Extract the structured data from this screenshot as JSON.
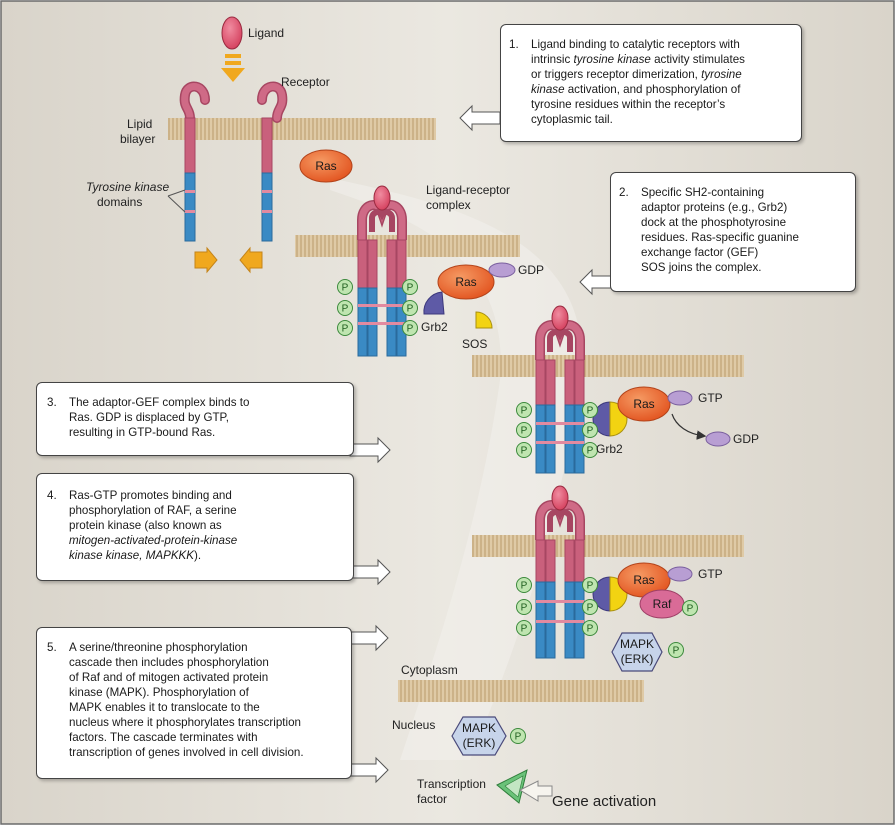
{
  "labels": {
    "ligand": "Ligand",
    "receptor": "Receptor",
    "lipid_bilayer": [
      "Lipid",
      "bilayer"
    ],
    "tk_domains": [
      "Tyrosine kinase",
      "domains"
    ],
    "ligand_receptor_complex": [
      "Ligand-receptor",
      "complex"
    ],
    "ras": "Ras",
    "gdp": "GDP",
    "gtp": "GTP",
    "grb2": "Grb2",
    "sos": "SOS",
    "raf": "Raf",
    "p": "P",
    "mapk": [
      "MAPK",
      "(ERK)"
    ],
    "cytoplasm": "Cytoplasm",
    "nucleus": "Nucleus",
    "transcription_factor": [
      "Transcription",
      "factor"
    ],
    "gene_activation": "Gene activation"
  },
  "steps": [
    {
      "num": "1.",
      "parts": [
        {
          "t": "Ligand binding to catalytic receptors with\nintrinsic "
        },
        {
          "t": "tyrosine kinase",
          "i": true
        },
        {
          "t": " activity stimulates\nor triggers receptor dimerization, "
        },
        {
          "t": "tyrosine\nkinase",
          "i": true
        },
        {
          "t": " activation, and phosphorylation of\ntyrosine residues within the receptor’s\ncytoplasmic tail."
        }
      ]
    },
    {
      "num": "2.",
      "parts": [
        {
          "t": "Specific SH2-containing\nadaptor proteins (e.g., Grb2)\ndock at the phosphotyrosine\nresidues. Ras-specific guanine\nexchange factor (GEF)\nSOS joins the complex."
        }
      ]
    },
    {
      "num": "3.",
      "parts": [
        {
          "t": "The adaptor-GEF complex binds to\nRas. GDP is displaced by GTP,\nresulting in GTP-bound Ras."
        }
      ]
    },
    {
      "num": "4.",
      "parts": [
        {
          "t": "Ras-GTP promotes binding and\nphosphorylation of RAF, a serine\nprotein kinase (also known as\n"
        },
        {
          "t": "mitogen-activated-protein-kinase\nkinase kinase, MAPKKK",
          "i": true
        },
        {
          "t": ")."
        }
      ]
    },
    {
      "num": "5.",
      "parts": [
        {
          "t": "A serine/threonine phosphorylation\ncascade then includes phosphorylation\nof Raf and of mitogen activated protein\nkinase (MAPK).  Phosphorylation of\nMAPK enables it to translocate to the\nnucleus where it phosphorylates transcription\nfactors.  The cascade terminates with\ntranscription of genes involved in cell division."
        }
      ]
    }
  ],
  "colors": {
    "background": "#e4e0d7",
    "membrane": "#d7be96",
    "receptor": "#c9607c",
    "kinase": "#3a8ac4",
    "ras": "#ea6a2f",
    "gdp_gtp": "#b89ed3",
    "phosphate": "#bfe5b0",
    "grb2": "#5e5aa6",
    "sos": "#f2d312",
    "raf": "#d96b97",
    "mapk": "#c7d4ea",
    "arrow": "#f0a81e"
  }
}
